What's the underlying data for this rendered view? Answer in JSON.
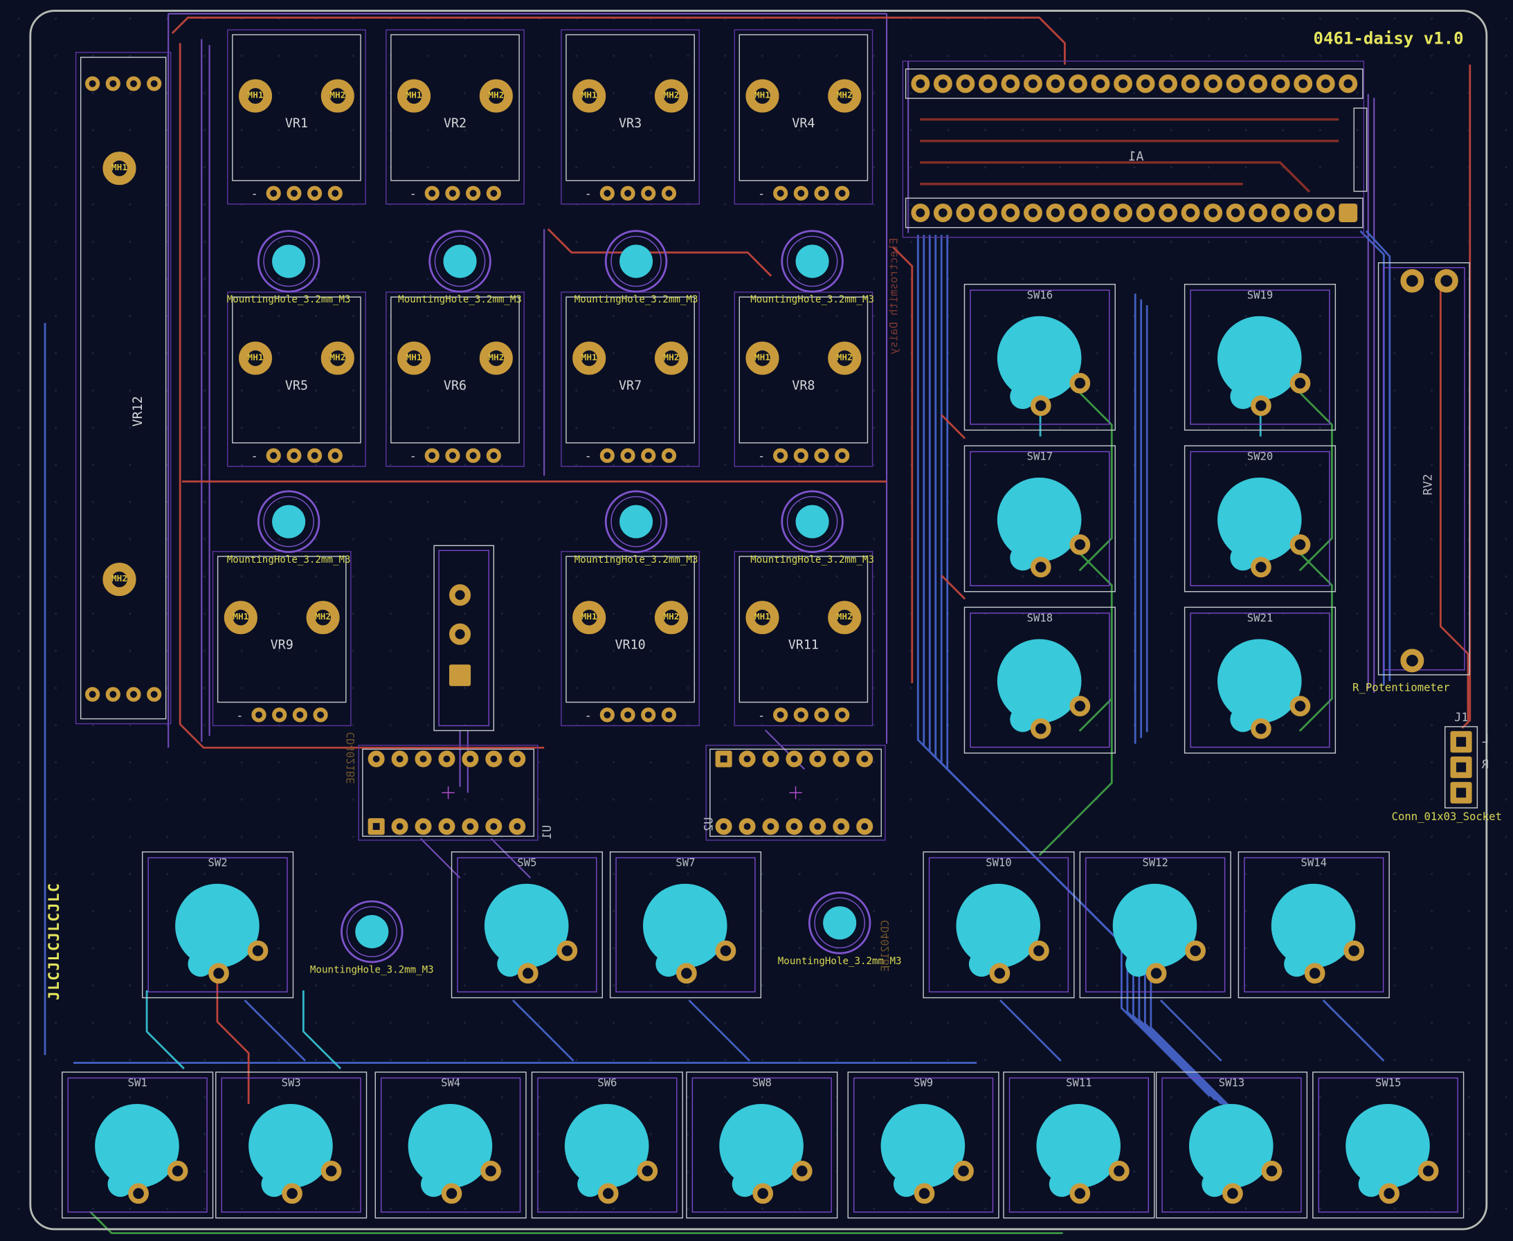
{
  "title": "0461-daisy v1.0",
  "left_silk": "JLCJLCJLCJLC",
  "mh_label": "MountingHole_3.2mm_M3",
  "pads": {
    "mh1": "MH1",
    "mh2": "MH2",
    "minus": "-"
  },
  "vrs": [
    "VR1",
    "VR2",
    "VR3",
    "VR4",
    "VR5",
    "VR6",
    "VR7",
    "VR8",
    "VR9",
    "VR10",
    "VR11",
    "VR12"
  ],
  "switches": [
    "SW1",
    "SW2",
    "SW3",
    "SW4",
    "SW5",
    "SW6",
    "SW7",
    "SW8",
    "SW9",
    "SW10",
    "SW11",
    "SW12",
    "SW13",
    "SW14",
    "SW15",
    "SW16",
    "SW17",
    "SW18",
    "SW19",
    "SW20",
    "SW21"
  ],
  "ics": {
    "u1": "U1",
    "u2": "U2",
    "chip_back_text": "CD4021BE"
  },
  "header": {
    "ref": "A1",
    "back_text": "Electrosmith Daisy"
  },
  "rv2": {
    "ref": "RV2",
    "value": "R_Potentiometer"
  },
  "j1": {
    "ref": "J1",
    "value": "Conn_01x03_Socket",
    "pin_labels": [
      "L",
      "R"
    ]
  },
  "counts": {
    "header_pins": 20,
    "dip_pins_per_row": 7,
    "vr_pins": 4,
    "vr12_pins": 4,
    "j1_pins": 3
  },
  "colors": {
    "background": "#0a0f23",
    "copper_pad": "#c99a3c",
    "drill_hole": "#38c9da",
    "silkscreen": "#cdd0d4",
    "value_text": "#d8d855",
    "courtyard": "#8054c8",
    "trace_red": "#c2463c",
    "trace_dark_red": "#8a2f28",
    "trace_blue": "#4663c8",
    "trace_green": "#3f9e46",
    "board_edge": "#b7bcb4"
  }
}
